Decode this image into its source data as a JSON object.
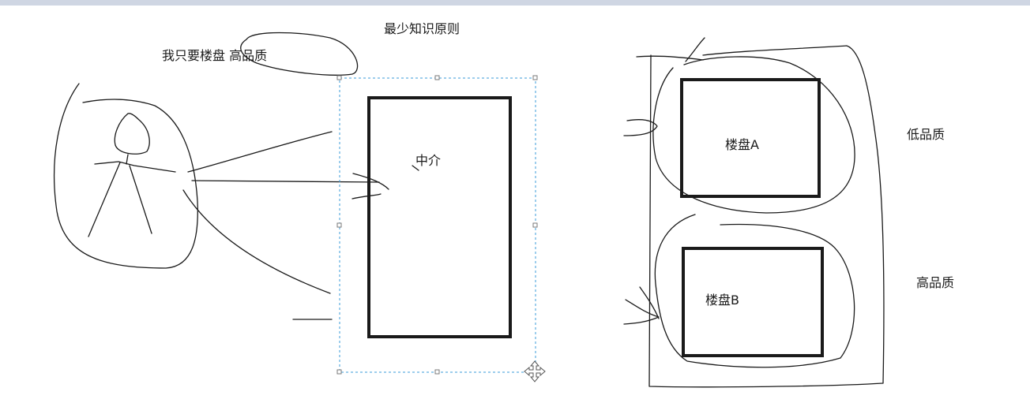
{
  "diagram": {
    "title": "最少知识原则",
    "buyer_wish": "我只要楼盘 高品质",
    "agent": "中介",
    "house_a": "楼盘A",
    "house_b": "楼盘B",
    "low_quality": "低品质",
    "high_quality": "高品质"
  },
  "colors": {
    "ink": "#1a1a1a",
    "selection": "#3a9bd9",
    "top_bar": "#cfd6e3"
  },
  "icons": [
    "move-cursor-icon"
  ]
}
